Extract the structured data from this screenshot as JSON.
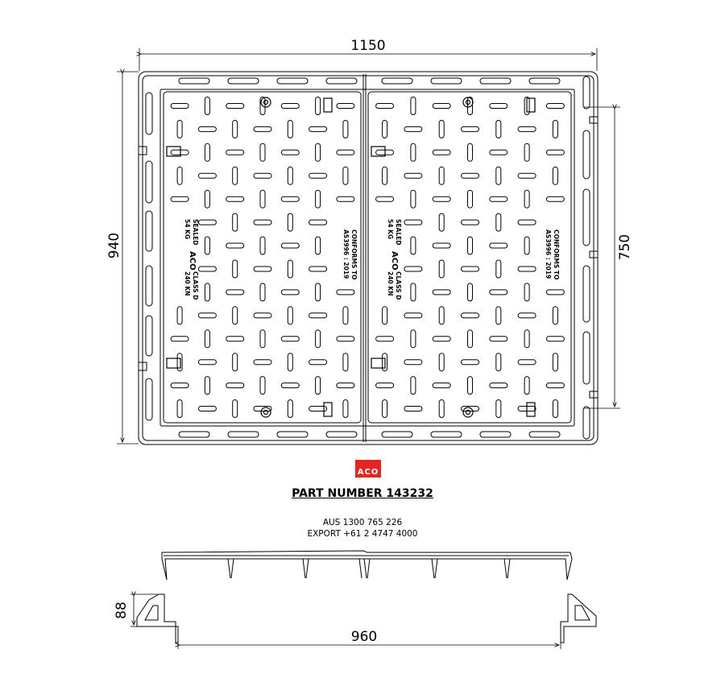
{
  "drawing": {
    "dim_width": "1150",
    "dim_height": "940",
    "dim_opening": "750",
    "dim_depth": "88",
    "dim_clear": "960"
  },
  "stamp": {
    "line1": "CONFORMS TO",
    "line2": "AS3996 : 2019",
    "line3": "SEALED",
    "line4": "54 KG",
    "brand": "ACO",
    "line5": "CLASS D",
    "line6": "240 KN"
  },
  "logo_text": "ACO",
  "part_number": "PART NUMBER 143232",
  "contact": {
    "aus": "AUS 1300 765 226",
    "export": "EXPORT +61 2 4747 4000"
  },
  "colors": {
    "logo": "#e52521",
    "line": "#000000"
  }
}
